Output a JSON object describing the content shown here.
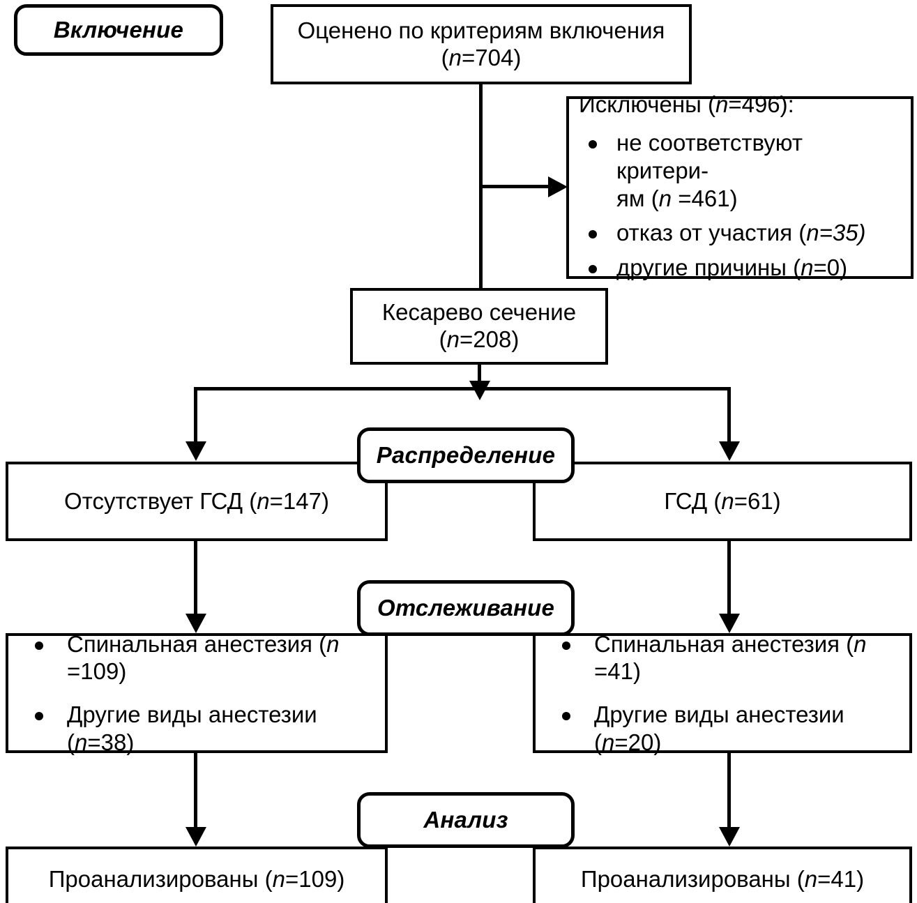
{
  "diagram": {
    "title": "CONSORT-style participant flow diagram (Russian)",
    "stage_labels": {
      "enrollment": "Включение",
      "allocation": "Распределение",
      "followup": "Отслеживание",
      "analysis": "Анализ"
    },
    "nodes": {
      "assessed": {
        "line1": "Оценено по критериям включения",
        "line2_prefix": "(",
        "line2_n": "n",
        "line2_value": "=704)"
      },
      "excluded": {
        "title_prefix": "Исключены (",
        "title_n": "n",
        "title_suffix": "=496):",
        "reasons": [
          {
            "text": "не соответствуют критери-",
            "text2": "ям (",
            "n": "n",
            "value": " =461)"
          },
          {
            "text": "отказ от участия (",
            "n": "n",
            "value": "=35)"
          },
          {
            "text": "другие причины (",
            "n": "n",
            "value": "=0)"
          }
        ]
      },
      "cesarean": {
        "line1": "Кесарево сечение",
        "line2_prefix": "(",
        "line2_n": "n",
        "line2_value": "=208)"
      },
      "allocation_left": {
        "text": "Отсутствует ГСД (",
        "n": "n",
        "value": "=147)"
      },
      "allocation_right": {
        "text": "ГСД (",
        "n": "n",
        "value": "=61)"
      },
      "followup_left": {
        "items": [
          {
            "text": "Спинальная анестезия (",
            "n": "n",
            "value": " =109)"
          },
          {
            "text": "Другие виды анестезии (",
            "n": "n",
            "value": "=38)"
          }
        ]
      },
      "followup_right": {
        "items": [
          {
            "text": "Спинальная анестезия (",
            "n": "n",
            "value": " =41)"
          },
          {
            "text": "Другие виды анестезии (",
            "n": "n",
            "value": "=20)"
          }
        ]
      },
      "analysis_left": {
        "text": "Проанализированы (",
        "n": "n",
        "value": "=109)"
      },
      "analysis_right": {
        "text": "Проанализированы (",
        "n": "n",
        "value": "=41)"
      }
    },
    "colors": {
      "stroke": "#000000",
      "fill": "#ffffff",
      "text": "#000000"
    }
  }
}
